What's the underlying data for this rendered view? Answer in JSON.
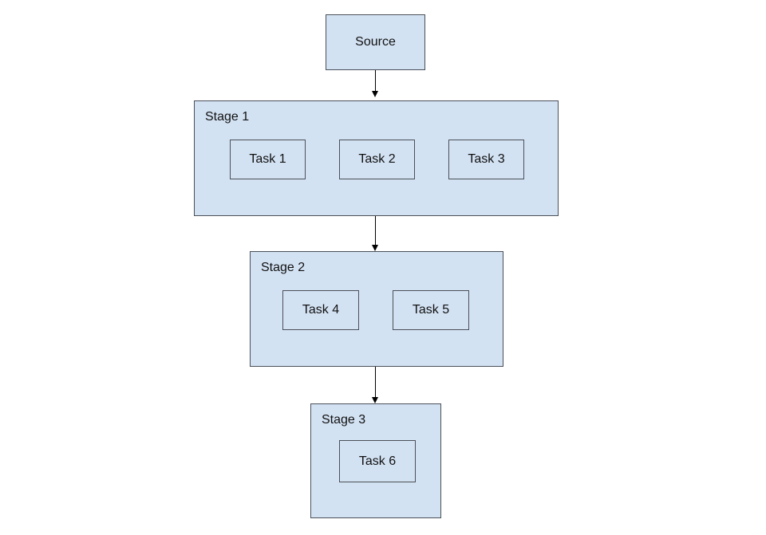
{
  "diagram": {
    "source": {
      "label": "Source"
    },
    "stages": [
      {
        "label": "Stage 1",
        "tasks": [
          {
            "label": "Task 1"
          },
          {
            "label": "Task 2"
          },
          {
            "label": "Task 3"
          }
        ]
      },
      {
        "label": "Stage 2",
        "tasks": [
          {
            "label": "Task 4"
          },
          {
            "label": "Task 5"
          }
        ]
      },
      {
        "label": "Stage 3",
        "tasks": [
          {
            "label": "Task 6"
          }
        ]
      }
    ],
    "edges": [
      {
        "from": "Source",
        "to": "Stage 1"
      },
      {
        "from": "Stage 1",
        "to": "Stage 2"
      },
      {
        "from": "Stage 2",
        "to": "Stage 3"
      }
    ],
    "colors": {
      "background": "#ffffff",
      "box_fill": "#d3e2f3",
      "box_border": "#4a4f57",
      "arrow": "#000000",
      "text": "#111111"
    }
  }
}
